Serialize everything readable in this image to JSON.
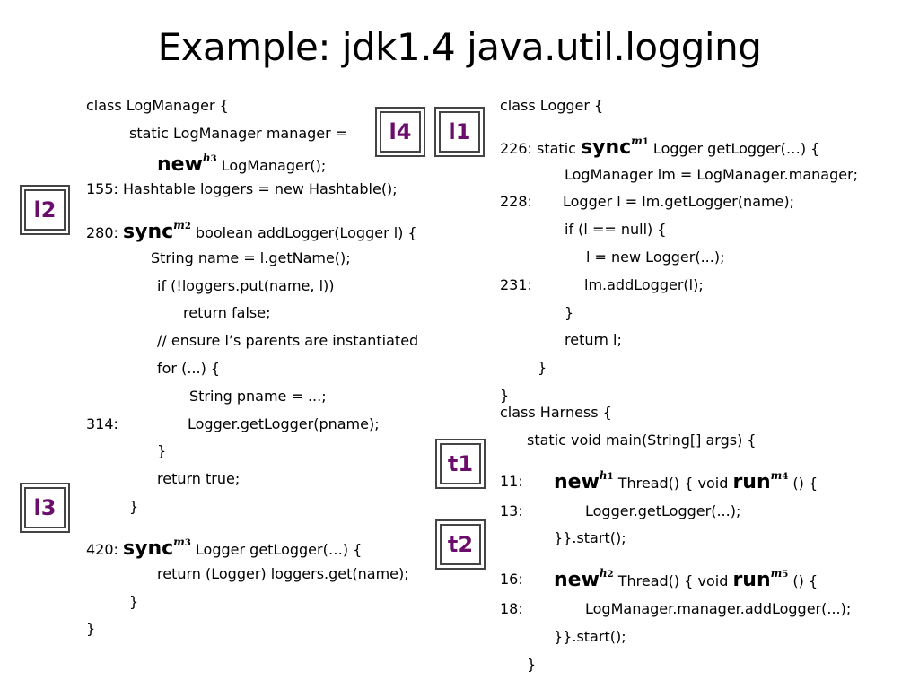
{
  "title": "Example: jdk1.4 java.util.logging",
  "labels": {
    "l4": "l4",
    "l1": "l1",
    "l2": "l2",
    "l3": "l3",
    "t1": "t1",
    "t2": "t2"
  },
  "left": {
    "l0": "class LogManager {",
    "l1": "static LogManager manager =",
    "l2_kw": "new",
    "l2_sup": "h",
    "l2_sub": "3",
    "l2_rest": " LogManager();",
    "l3": "155: Hashtable loggers = new Hashtable();",
    "l4_pre": "280: ",
    "l4_kw": "sync",
    "l4_sup": "m",
    "l4_sub": "2",
    "l4_rest": " boolean addLogger(Logger l) {",
    "l5": "String name = l.getName();",
    "l6": "if (!loggers.put(name, l))",
    "l7": "return false;",
    "l8": "// ensure l’s parents are instantiated",
    "l9": "for (...) {",
    "l10": "String pname = ...;",
    "l11_num": "314:",
    "l11": "Logger.getLogger(pname);",
    "l12": "}",
    "l13": "return true;",
    "l14": "}",
    "l15_pre": "420: ",
    "l15_kw": "sync",
    "l15_sup": "m",
    "l15_sub": "3",
    "l15_rest": " Logger getLogger(…) {",
    "l16": "return (Logger) loggers.get(name);",
    "l17": "}",
    "l18": "}"
  },
  "right": {
    "r0": "class Logger {",
    "r1_pre": "226: static ",
    "r1_kw": "sync",
    "r1_sup": "m",
    "r1_sub": "1",
    "r1_rest": " Logger getLogger(…) {",
    "r2": "LogManager lm = LogManager.manager;",
    "r3_num": "228:",
    "r3": "Logger l = lm.getLogger(name);",
    "r4": "if (l == null) {",
    "r5": "l = new Logger(...);",
    "r6_num": "231:",
    "r6": "lm.addLogger(l);",
    "r7": "}",
    "r8": "return l;",
    "r9": "}",
    "r10": "}",
    "r11": "class Harness {",
    "r12": "static void main(String[] args) {",
    "r13_num": "11:",
    "r13_kw1": "new",
    "r13_sup1": "h",
    "r13_sub1": "1",
    "r13_mid": " Thread() { void ",
    "r13_kw2": "run",
    "r13_sup2": "m",
    "r13_sub2": "4",
    "r13_rest": " () {",
    "r14_num": "13:",
    "r14": "Logger.getLogger(...);",
    "r15": "}}.start();",
    "r16_num": "16:",
    "r16_kw1": "new",
    "r16_sup1": "h",
    "r16_sub1": "2",
    "r16_mid": " Thread() { void ",
    "r16_kw2": "run",
    "r16_sup2": "m",
    "r16_sub2": "5",
    "r16_rest": " () {",
    "r17_num": "18:",
    "r17": "LogManager.manager.addLogger(...);",
    "r18": "}}.start();",
    "r19": "}"
  }
}
